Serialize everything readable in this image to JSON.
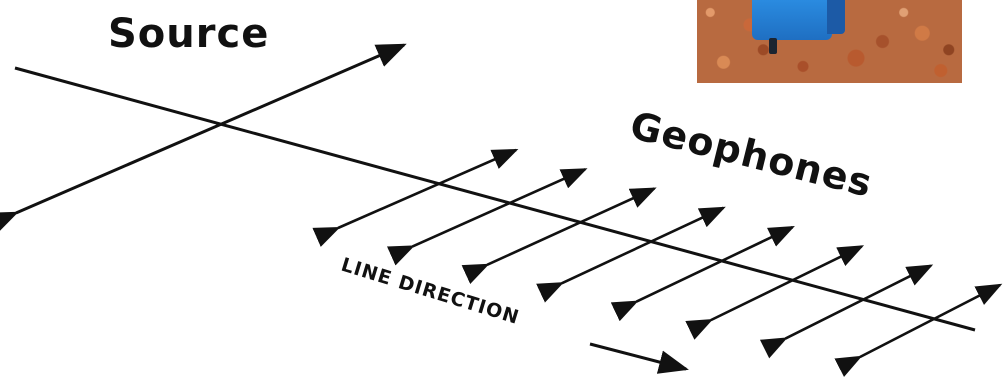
{
  "labels": {
    "source": "Source",
    "geophones": "Geophones",
    "line_direction": "LINE DIRECTION"
  },
  "photo": {
    "subject": "geophone-on-gravel",
    "colors": {
      "device": "#2a8be0",
      "ground": "#b86a40"
    }
  },
  "geophone_count": 8,
  "colors": {
    "ink": "#111111",
    "background": "#ffffff"
  }
}
